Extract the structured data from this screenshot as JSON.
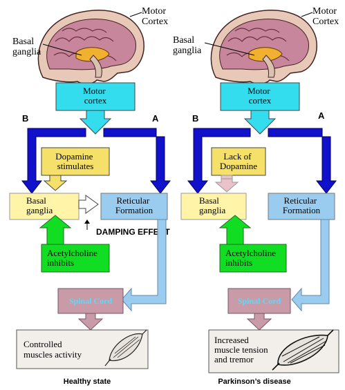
{
  "colors": {
    "cyan": "#33ddee",
    "blue_arrow": "#1111cc",
    "yellow": "#f5e06a",
    "pale_yellow": "#fff4a8",
    "light_blue": "#99ccee",
    "green": "#11dd22",
    "pink": "#c99aa8",
    "spinal_text": "#55ddff",
    "muscle_box": "#f2eeea"
  },
  "panels": [
    {
      "brain": {
        "motor_cortex_label": [
          "Motor",
          "Cortex"
        ],
        "basal_ganglia_label": [
          "Basal",
          "ganglia"
        ]
      },
      "motor_cortex_box": [
        "Motor",
        "cortex"
      ],
      "path_b": "B",
      "path_a": "A",
      "dopamine_box": [
        "Dopamine",
        "stimulates"
      ],
      "basal_ganglia_box": [
        "Basal",
        "ganglia"
      ],
      "reticular_box": [
        "Reticular",
        "Formation"
      ],
      "damping_label": "DAMPING EFFECT",
      "acetylcholine_box": [
        "Acetylcholine",
        "inhibits"
      ],
      "spinal_box": "Spinal Cord",
      "muscle_box": [
        "Controlled",
        "muscles activity"
      ],
      "caption": "Healthy state"
    },
    {
      "brain": {
        "motor_cortex_label": [
          "Motor",
          "Cortex"
        ],
        "basal_ganglia_label": [
          "Basal",
          "ganglia"
        ]
      },
      "motor_cortex_box": [
        "Motor",
        "cortex"
      ],
      "path_b": "B",
      "path_a": "A",
      "dopamine_box": [
        "Lack of",
        "Dopamine"
      ],
      "basal_ganglia_box": [
        "Basal",
        "ganglia"
      ],
      "reticular_box": [
        "Reticular",
        "Formation"
      ],
      "acetylcholine_box": [
        "Acetylcholine",
        "inhibits"
      ],
      "spinal_box": "Spinal Cord",
      "muscle_box": [
        "Increased",
        "muscle tension",
        "and tremor"
      ],
      "caption": "Parkinson’s disease"
    }
  ]
}
